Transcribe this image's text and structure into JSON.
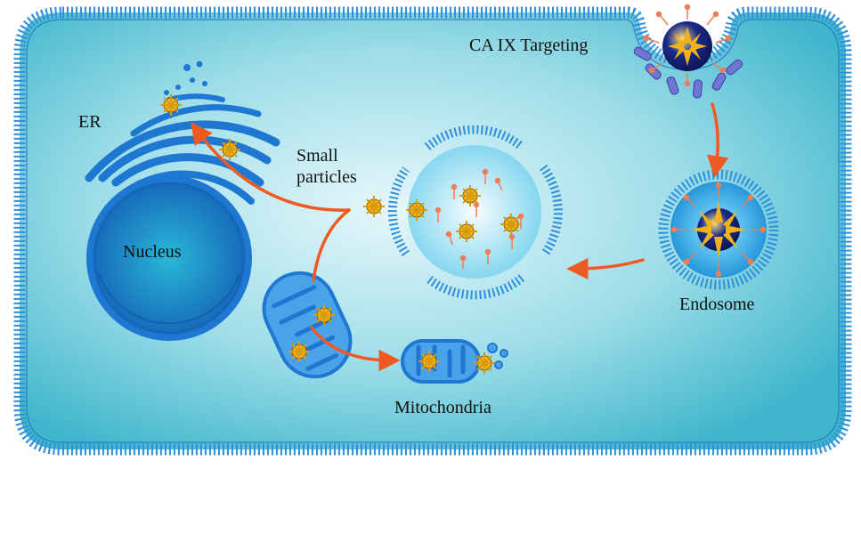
{
  "labels": {
    "ca_ix": "CA IX Targeting",
    "er": "ER",
    "small_line1": "Small",
    "small_line2": "particles",
    "nucleus": "Nucleus",
    "endosome": "Endosome",
    "mitochondria": "Mitochondria"
  },
  "colors": {
    "membrane": "#2f8fd8",
    "cytoplasm_light": "#e6f7fb",
    "cytoplasm_dark": "#3fb6cc",
    "organelle": "#1e78d2",
    "nucleus_center": "#2ab7d6",
    "nucleus_edge": "#1565b8",
    "arrow": "#ef5a22",
    "nanoparticle_core": "#1e2a8a",
    "nanoparticle_spikes": "#f0b21a",
    "ligand": "#f07d55",
    "receptor": "#6f76d6"
  }
}
